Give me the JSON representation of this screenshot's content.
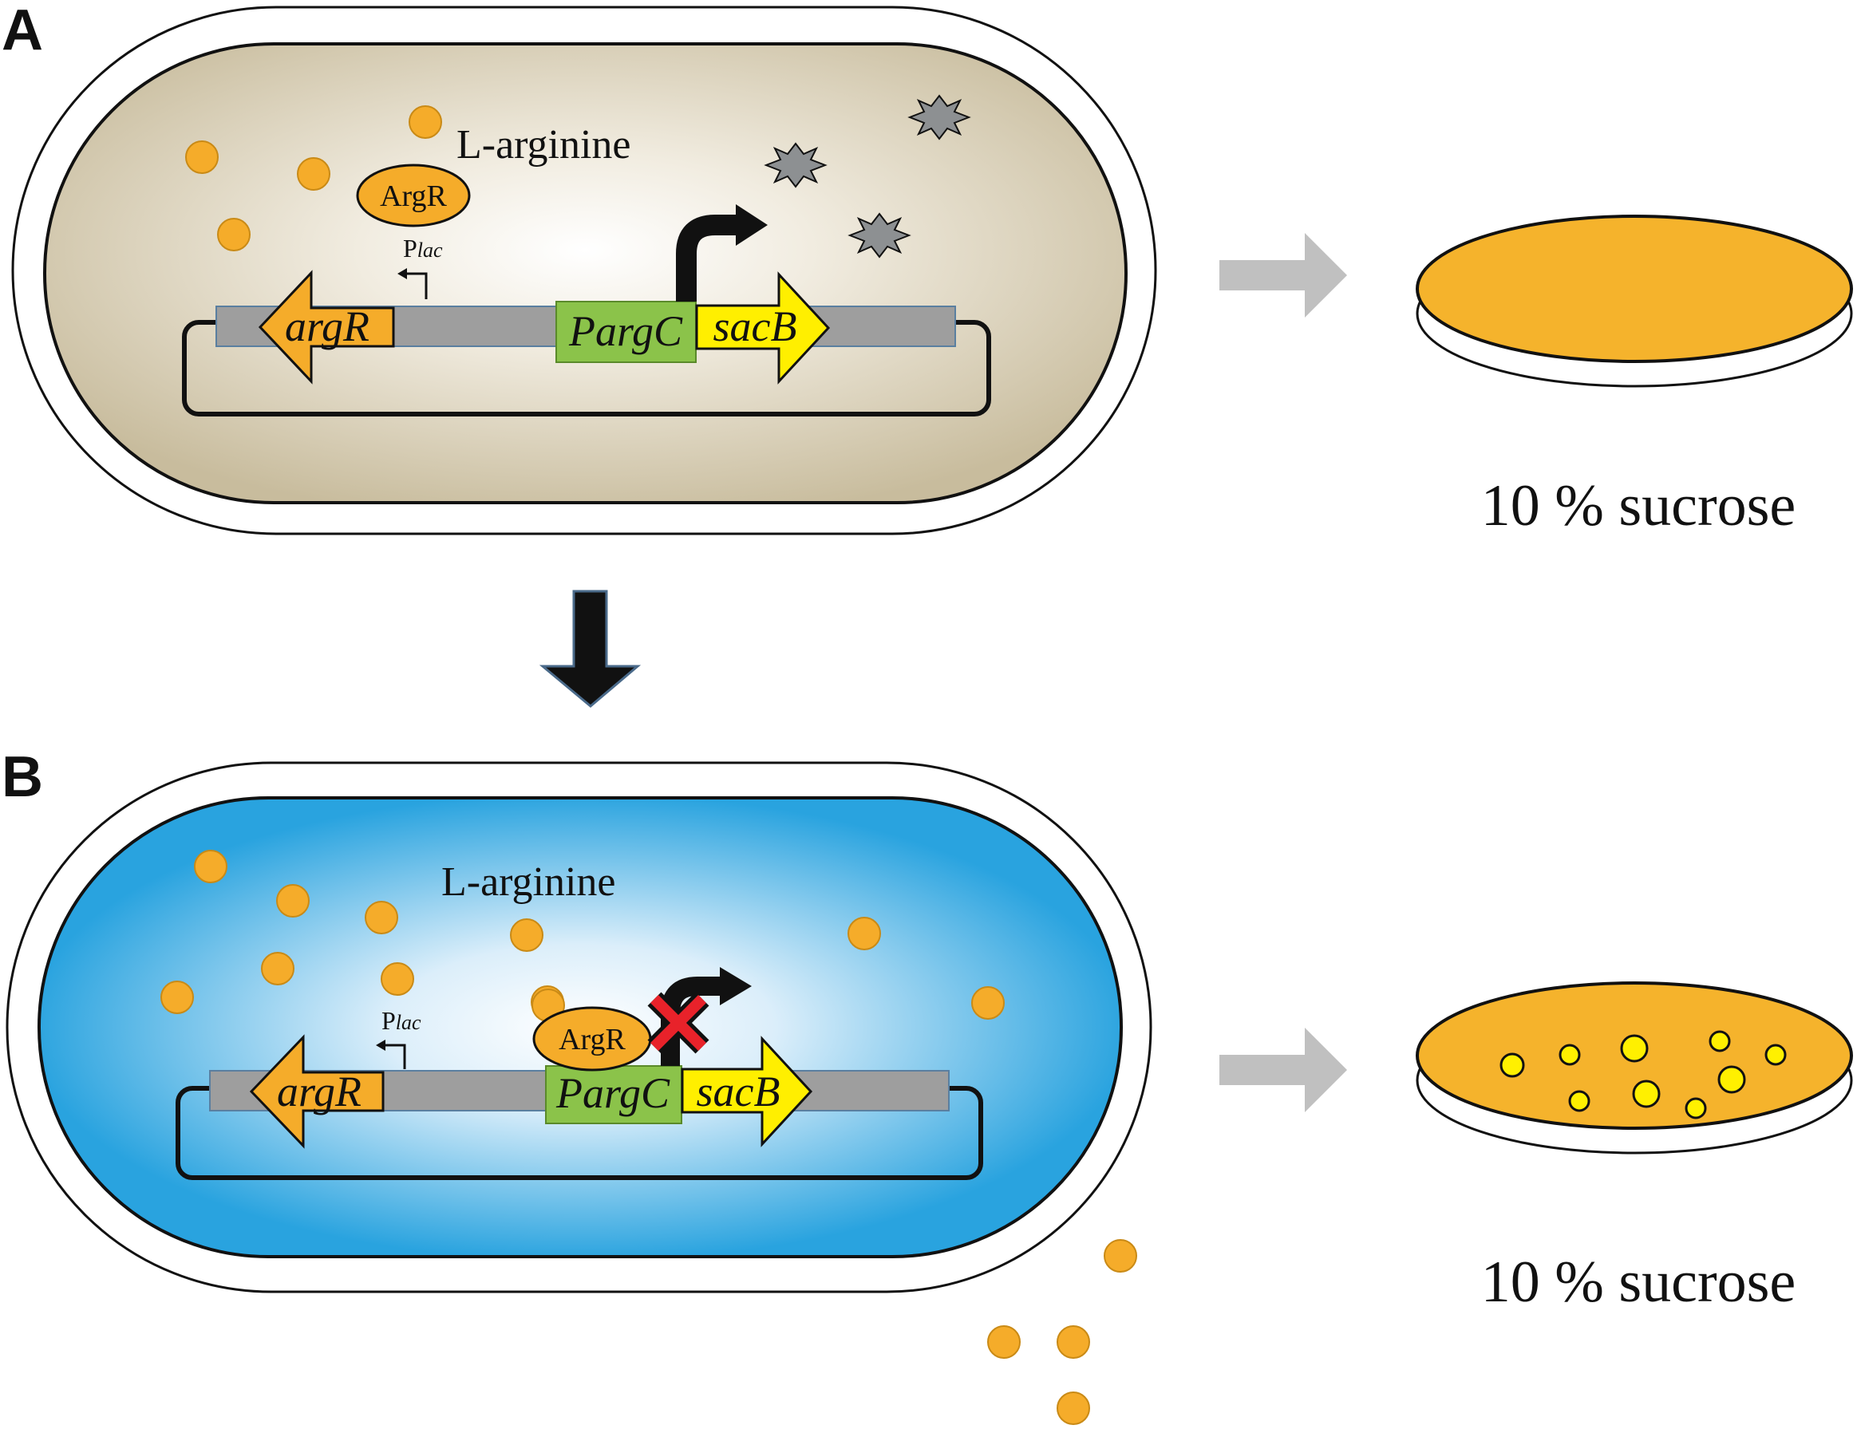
{
  "panels": {
    "a": {
      "letter": "A",
      "molecule_label": "L-arginine",
      "repressor_label": "ArgR",
      "promoter_label_main": "P",
      "promoter_label_sub": "lac",
      "genes": {
        "argR": "argR",
        "pargC": "PargC",
        "sacB": "sacB"
      },
      "medium_label": "10 % sucrose",
      "cell_color": "#c8bc9d",
      "colony_count": 0
    },
    "b": {
      "letter": "B",
      "molecule_label": "L-arginine",
      "repressor_label": "ArgR",
      "promoter_label_main": "P",
      "promoter_label_sub": "lac",
      "genes": {
        "argR": "argR",
        "pargC": "PargC",
        "sacB": "sacB"
      },
      "medium_label": "10 % sucrose",
      "cell_color": "#29a3df",
      "colony_count": 9
    }
  },
  "colors": {
    "arginine": "#f5ac2a",
    "plate": "#f5b32c",
    "colony": "#fff000",
    "pargc_box": "#8bc34a",
    "sacb_arrow": "#ffef00",
    "argr_arrow": "#f5ac2a",
    "plasmid_bar": "#9e9e9e",
    "toxin": "#8d9092",
    "block_x": "#e8222a",
    "flow_arrow": "#c0c0c0"
  }
}
